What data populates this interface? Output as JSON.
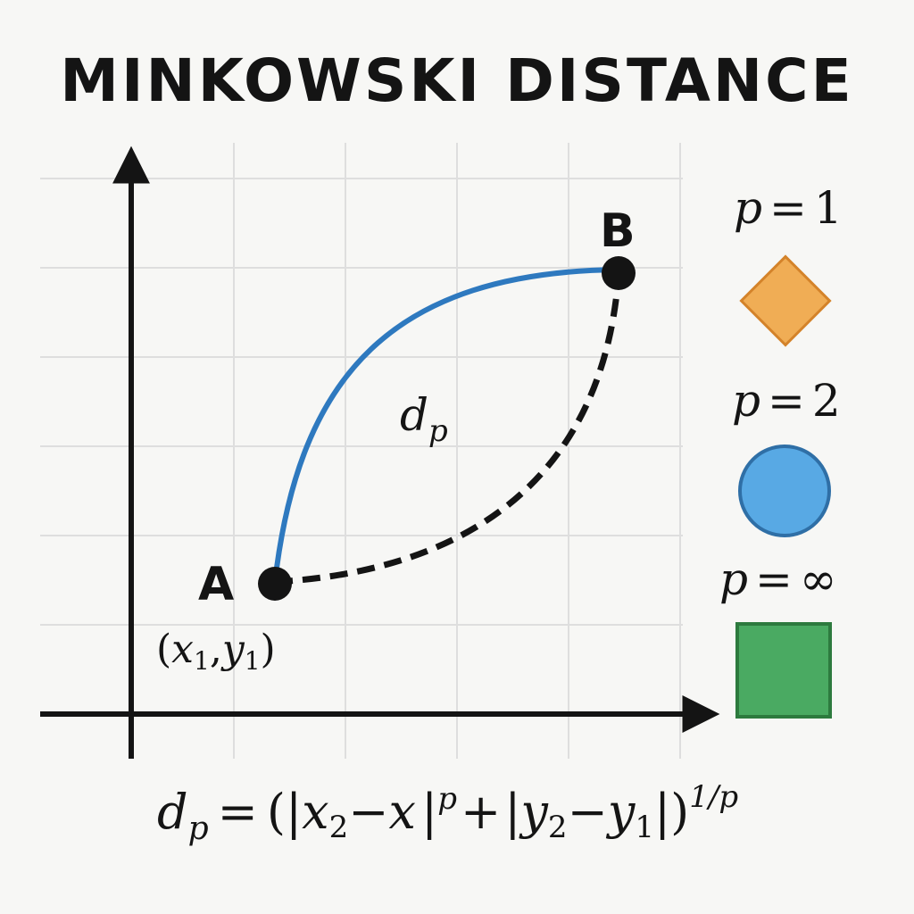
{
  "title": "MINKOWSKI DISTANCE",
  "points": {
    "a_label": "A",
    "a_coords": {
      "open": "(",
      "x": "x",
      "x_sub": "1",
      "comma": ",",
      "y": "y",
      "y_sub": "1",
      "close": ")"
    },
    "b_label": "B"
  },
  "distance_label": {
    "base": "d",
    "sub": "p"
  },
  "legend": [
    {
      "lhs": "p",
      "eq": "=",
      "rhs": "1",
      "shape": "diamond",
      "color": "#f0ad55",
      "stroke": "#d4832a"
    },
    {
      "lhs": "p",
      "eq": "=",
      "rhs": "2",
      "shape": "circle",
      "color": "#58a9e4",
      "stroke": "#2f6fa6"
    },
    {
      "lhs": "p",
      "eq": "=",
      "rhs": "∞",
      "shape": "square",
      "color": "#4aaa62",
      "stroke": "#2d7a3e"
    }
  ],
  "formula": {
    "lhs": "d",
    "lhs_sub": "p",
    "eq": "=",
    "open": "(",
    "abs1_open": "|",
    "t1": "x",
    "t1_sub": "2",
    "minus1": "−",
    "t2": "x",
    "abs1_close": "|",
    "exp1": "p",
    "plus": "+",
    "abs2_open": "|",
    "t3": "y",
    "t3_sub": "2",
    "minus2": "−",
    "t4": "y",
    "t4_sub": "1",
    "abs2_close": "|",
    "close": ")",
    "outer_exp": "1/p"
  },
  "colors": {
    "curve": "#2e79bf",
    "axis": "#141414",
    "grid": "#dedede"
  }
}
